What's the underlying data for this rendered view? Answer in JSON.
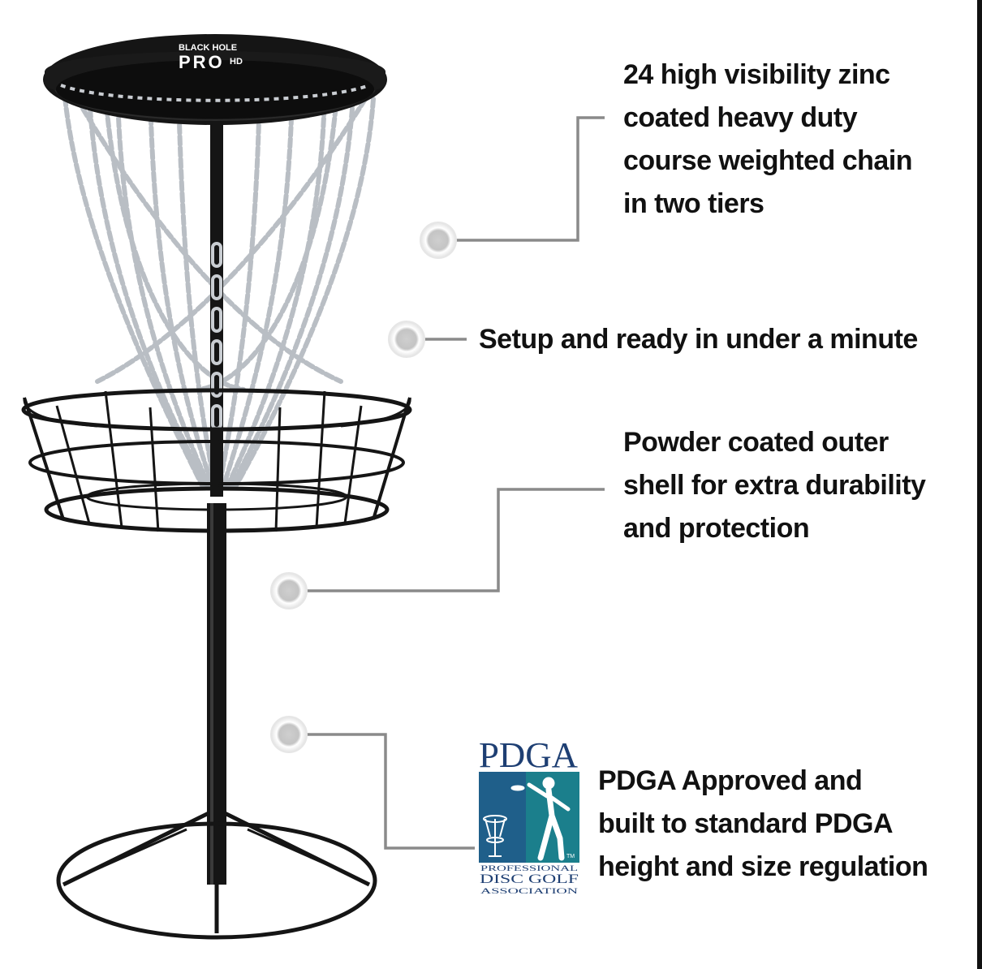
{
  "basket": {
    "brand_line": "BLACK HOLE",
    "model_line": "PRO",
    "model_suffix": "HD"
  },
  "callouts": [
    {
      "id": "chains",
      "text": "24 high visibility zinc\ncoated heavy duty\ncourse weighted chain\nin two tiers"
    },
    {
      "id": "setup",
      "text": "Setup and ready in under a minute"
    },
    {
      "id": "shell",
      "text": "Powder coated outer\nshell for extra durability\nand protection"
    },
    {
      "id": "pdga",
      "text": "PDGA Approved and\nbuilt to standard PDGA\nheight and size regulation"
    }
  ],
  "pdga_logo": {
    "wordmark": "PDGA",
    "line1": "PROFESSIONAL",
    "line2": "DISC GOLF",
    "line3": "ASSOCIATION",
    "trademark": "TM",
    "teal": "#1b7f8c",
    "blue": "#1f5f8a",
    "navy": "#1e3f73"
  },
  "colors": {
    "basket_metal": "#151515",
    "chain": "#b9bec4",
    "leader_line": "#8a8a8a",
    "text": "#111111"
  }
}
